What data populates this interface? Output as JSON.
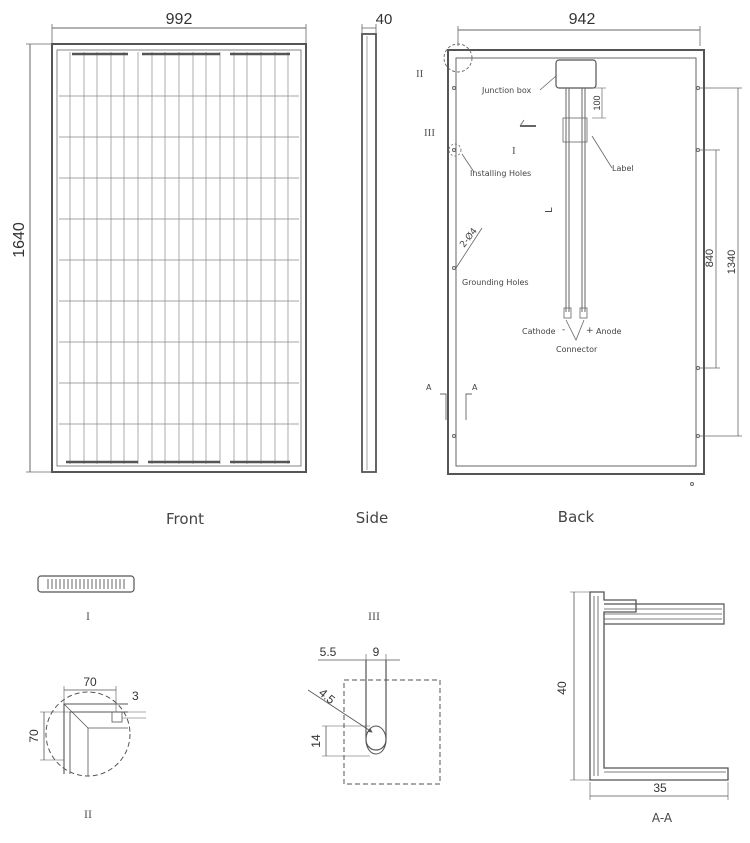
{
  "views": {
    "front_label": "Front",
    "side_label": "Side",
    "back_label": "Back"
  },
  "dimensions": {
    "front_width": "992",
    "front_height": "1640",
    "side_thickness": "40",
    "back_width": "942",
    "hole_spacing_inner": "840",
    "hole_spacing_outer": "1340",
    "cable_tag": "100",
    "cable_length": "L",
    "detail2_width": "70",
    "detail2_height": "70",
    "detail2_small": "3",
    "detail3_left": "5.5",
    "detail3_slot": "9",
    "detail3_radius": "4.5",
    "detail3_height": "14",
    "aa_height": "40",
    "aa_width": "35"
  },
  "callouts": {
    "junction_box": "Junction box",
    "label": "Label",
    "installing_holes": "Installing Holes",
    "grounding_holes": "Grounding Holes",
    "grounding_dia": "2-Ø4",
    "cathode": "Cathode",
    "minus": "-",
    "plus": "+",
    "anode": "Anode",
    "connector": "Connector",
    "section_a": "A",
    "roman_1": "I",
    "roman_2": "II",
    "roman_3": "III"
  },
  "details": {
    "detail1_caption": "I",
    "detail2_caption": "II",
    "detail3_caption": "III",
    "section_caption": "A-A"
  }
}
